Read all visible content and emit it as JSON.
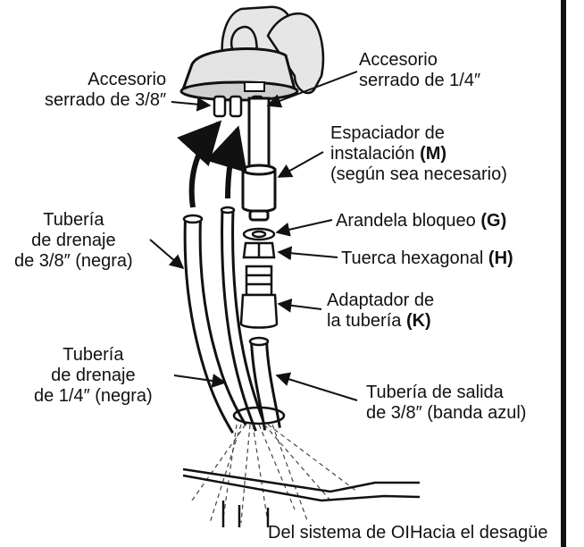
{
  "labels": {
    "fitting_3_8": {
      "line1": "Accesorio",
      "line2": "serrado de 3/8″"
    },
    "fitting_1_4": {
      "line1": "Accesorio",
      "line2": "serrado de 1/4″"
    },
    "spacer": {
      "line1": "Espaciador de",
      "line2_text": "instalación ",
      "line2_bold": "(M)",
      "line3": "(según sea necesario)"
    },
    "lock_washer": {
      "text": "Arandela bloqueo ",
      "bold": "(G)"
    },
    "hex_nut": {
      "text": "Tuerca hexagonal ",
      "bold": "(H)"
    },
    "tube_adapter": {
      "line1": "Adaptador de",
      "line2_text": "la tubería ",
      "line2_bold": "(K)"
    },
    "drain_3_8": {
      "line1": "Tubería",
      "line2": "de drenaje",
      "line3": "de 3/8″ (negra)"
    },
    "drain_1_4": {
      "line1": "Tubería",
      "line2": "de drenaje",
      "line3": "de 1/4″ (negra)"
    },
    "outlet_3_8": {
      "line1": "Tubería de salida",
      "line2": "de 3/8″ (banda azul)"
    }
  },
  "footer": {
    "left": "Del sistema de OI",
    "right": "Hacia el desagüe"
  },
  "colors": {
    "ink": "#111111",
    "paper": "#ffffff",
    "faucet_fill": "#d9d9d9",
    "tube_fill": "#ffffff"
  }
}
